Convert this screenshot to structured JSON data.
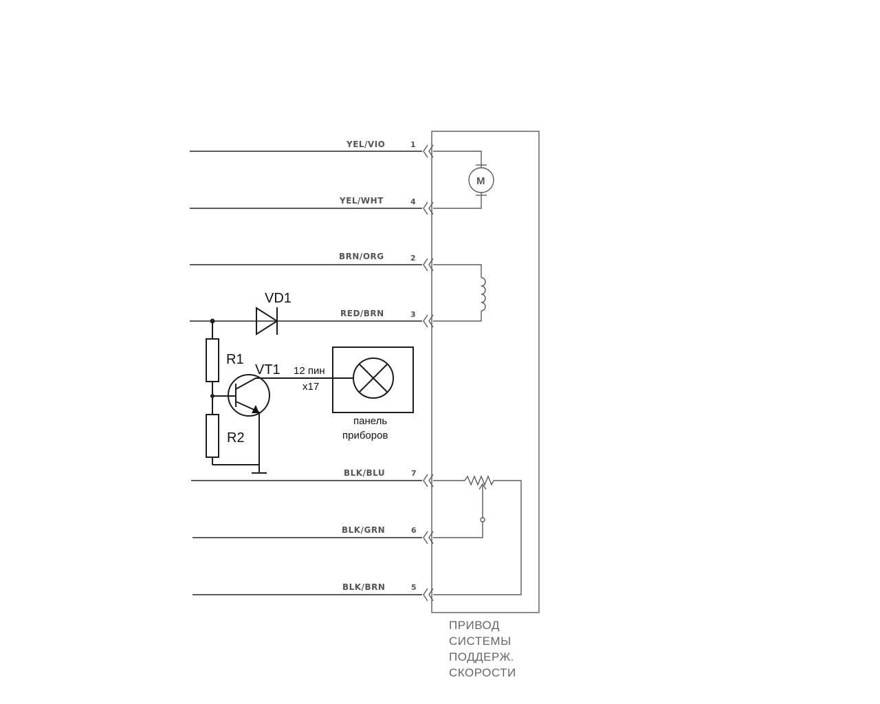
{
  "wires": [
    {
      "label": "YEL/VIO",
      "pin": "1"
    },
    {
      "label": "YEL/WHT",
      "pin": "4"
    },
    {
      "label": "BRN/ORG",
      "pin": "2"
    },
    {
      "label": "RED/BRN",
      "pin": "3"
    },
    {
      "label": "BLK/BLU",
      "pin": "7"
    },
    {
      "label": "BLK/GRN",
      "pin": "6"
    },
    {
      "label": "BLK/BRN",
      "pin": "5"
    }
  ],
  "components": {
    "diode": "VD1",
    "r1": "R1",
    "r2": "R2",
    "transistor": "VT1",
    "motor": "M"
  },
  "connection": {
    "pin_line": "12 пин",
    "connector": "x17"
  },
  "lamp_panel": {
    "line1": "панель",
    "line2": "приборов"
  },
  "actuator_caption": [
    "ПРИВОД",
    "СИСТЕМЫ",
    "ПОДДЕРЖ.",
    "СКОРОСТИ"
  ]
}
